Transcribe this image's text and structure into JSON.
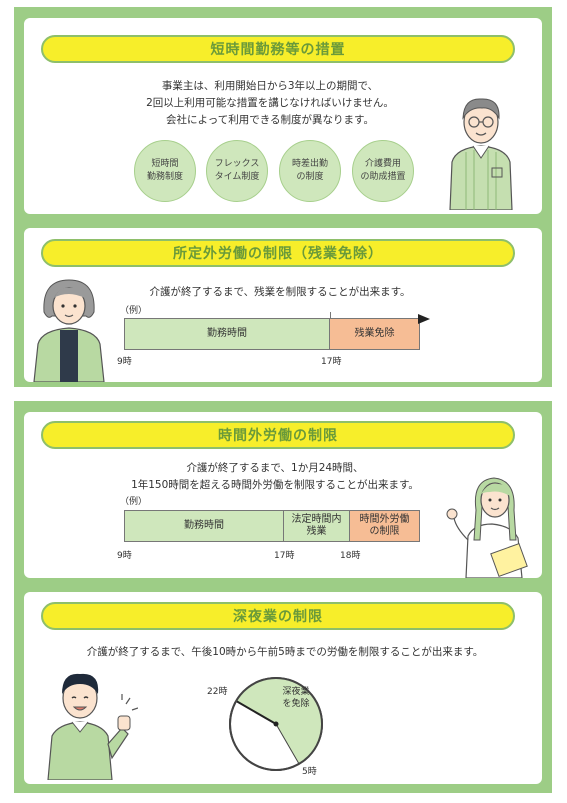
{
  "section1": {
    "title": "短時間勤務等の措置",
    "line1": "事業主は、利用開始日から3年以上の期間で、",
    "line2": "2回以上利用可能な措置を講じなければいけません。",
    "line3": "会社によって利用できる制度が異なります。",
    "measures": [
      {
        "line1": "短時間",
        "line2": "勤務制度"
      },
      {
        "line1": "フレックス",
        "line2": "タイム制度"
      },
      {
        "line1": "時差出勤",
        "line2": "の制度"
      },
      {
        "line1": "介護費用",
        "line2": "の助成措置"
      }
    ]
  },
  "section2": {
    "title": "所定外労働の制限（残業免除）",
    "desc": "介護が終了するまで、残業を制限することが出来ます。",
    "example": "（例）",
    "bar_work": "勤務時間",
    "bar_exempt": "残業免除",
    "tick_start": "9時",
    "tick_end": "17時"
  },
  "section3": {
    "title": "時間外労働の制限",
    "line1": "介護が終了するまで、1か月24時間、",
    "line2": "1年150時間を超える時間外労働を制限することが出来ます。",
    "example": "（例）",
    "bar_work": "勤務時間",
    "bar_mid_l1": "法定時間内",
    "bar_mid_l2": "残業",
    "bar_limit_l1": "時間外労働",
    "bar_limit_l2": "の制限",
    "tick1": "9時",
    "tick2": "17時",
    "tick3": "18時"
  },
  "section4": {
    "title": "深夜業の制限",
    "desc": "介護が終了するまで、午後10時から午前5時までの労働を制限することが出来ます。",
    "clock_l1": "深夜業",
    "clock_l2": "を免除",
    "clock_22": "22時",
    "clock_5": "5時"
  },
  "colors": {
    "panel": "#9dcd86",
    "pill": "#f7ee2a",
    "work": "#cfe7bc",
    "exempt": "#f6bd95",
    "title_text": "#6a9a3a"
  }
}
